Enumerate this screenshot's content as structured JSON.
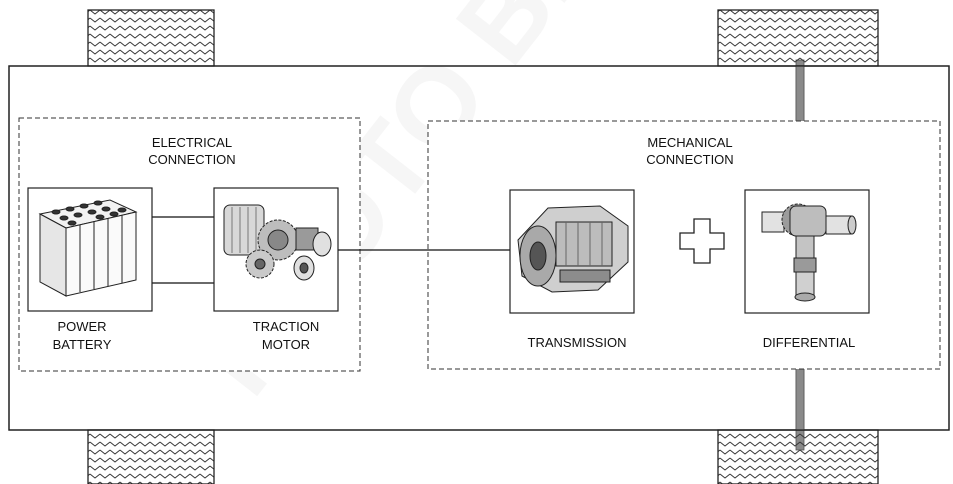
{
  "electrical_group": {
    "line1": "ELECTRICAL",
    "line2": "CONNECTION",
    "components": [
      {
        "line1": "POWER",
        "line2": "BATTERY",
        "icon": "battery-icon"
      },
      {
        "line1": "TRACTION",
        "line2": "MOTOR",
        "icon": "traction-motor-icon"
      }
    ]
  },
  "mechanical_group": {
    "line1": "MECHANICAL",
    "line2": "CONNECTION",
    "components": [
      {
        "label": "TRANSMISSION",
        "icon": "transmission-icon"
      },
      {
        "label": "DIFFERENTIAL",
        "icon": "differential-icon"
      }
    ],
    "operator": "+"
  },
  "colors": {
    "line": "#111111",
    "axle": "#8a8a8a",
    "background": "#ffffff",
    "watermark": "#efefef"
  }
}
